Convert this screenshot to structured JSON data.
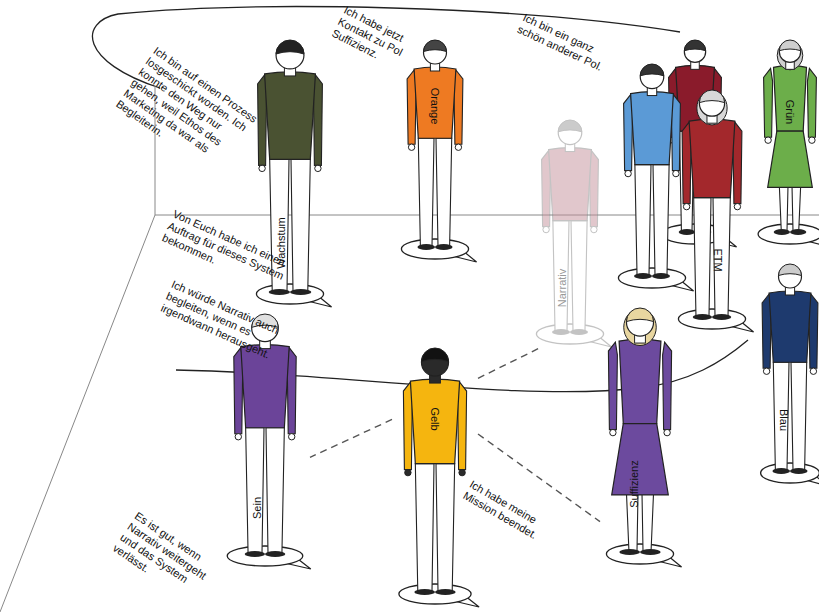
{
  "diagram": {
    "nodes": [
      {
        "text": [
          "Wachstum"
        ]
      },
      {
        "text": [
          "Orange"
        ]
      },
      {
        "text": [
          "Narrativ"
        ]
      },
      {
        "text": [
          "Grün"
        ]
      },
      {
        "text": [
          "ETM"
        ]
      },
      {
        "text": [
          "Blau"
        ]
      },
      {
        "text": [
          "Sein"
        ]
      },
      {
        "text": [
          "Gelb"
        ]
      },
      {
        "text": [
          "Suffizienz"
        ]
      }
    ],
    "edges": [
      {
        "from": 7,
        "to": 6,
        "arrow": "none"
      },
      {
        "from": 7,
        "to": 2,
        "arrow": "none"
      },
      {
        "from": 7,
        "to": 8,
        "arrow": "none"
      }
    ],
    "labels": [
      "Ich bin auf einen Prozess losgeschickt worden. Ich konnte den Weg nur gehen, weil Ethos des Marketing da war als Begleiterin.",
      "Ich habe jetzt Kontakt zu Pol Suffizienz.",
      "Ich bin ein ganz schön anderer Pol.",
      "Von Euch habe ich einen Auftrag für dieses System bekommen.",
      "Ich würde Narrativ auch begleiten, wenn es irgendwann herausgeht.",
      "Ich habe meine Mission beendet.",
      "Es ist gut, wenn Narrativ weitergeht und das System verlässt."
    ]
  }
}
